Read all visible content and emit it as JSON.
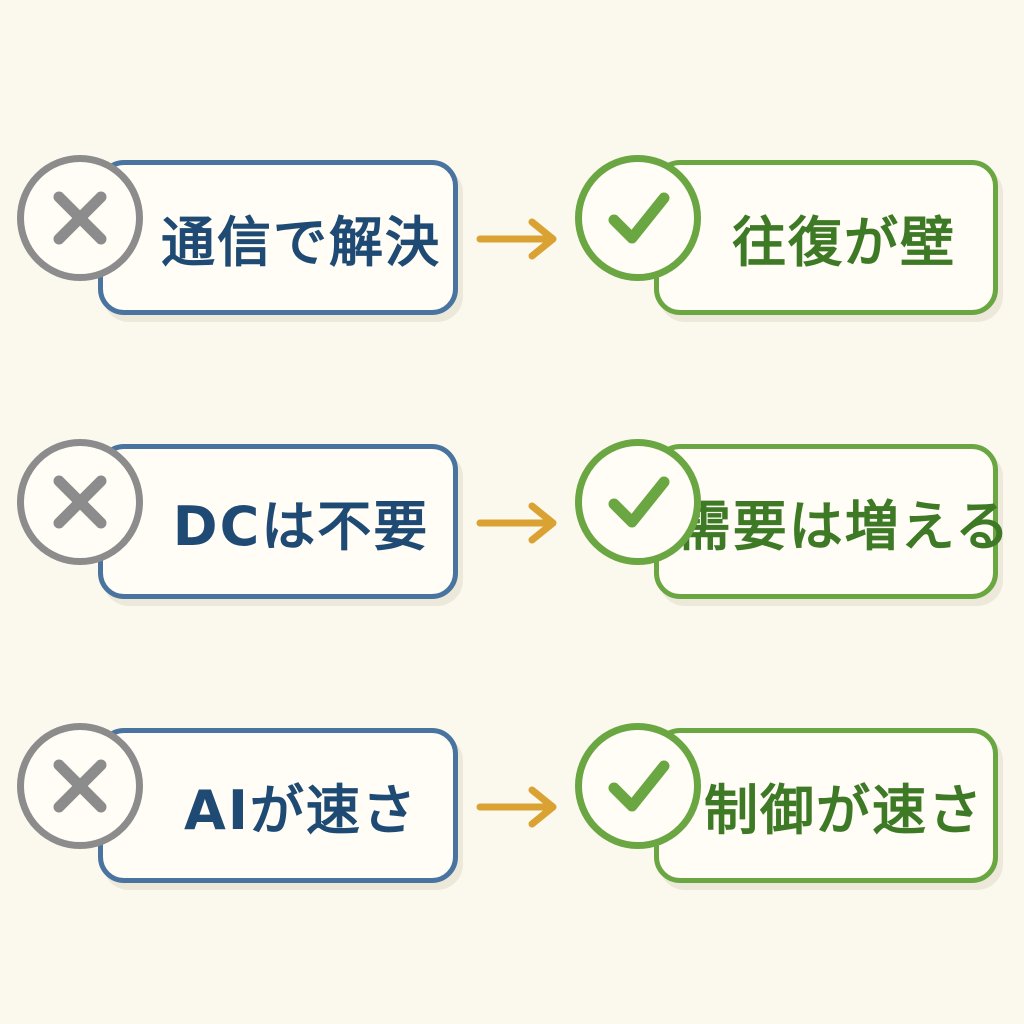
{
  "rows": [
    {
      "myth": "通信で解決",
      "truth": "往復が壁"
    },
    {
      "myth": "DCは不要",
      "truth": "需要は増える"
    },
    {
      "myth": "AIが速さ",
      "truth": "制御が速さ"
    }
  ],
  "icons": {
    "wrong": "x-mark-icon",
    "right": "check-mark-icon",
    "transition": "arrow-right-icon"
  },
  "colors": {
    "background": "#fbf8ee",
    "myth_border": "#4a74a0",
    "myth_text": "#1f4a73",
    "truth_border": "#6aa642",
    "truth_text": "#3e7a26",
    "x_icon": "#8c8c8c",
    "arrow": "#d9a233"
  }
}
